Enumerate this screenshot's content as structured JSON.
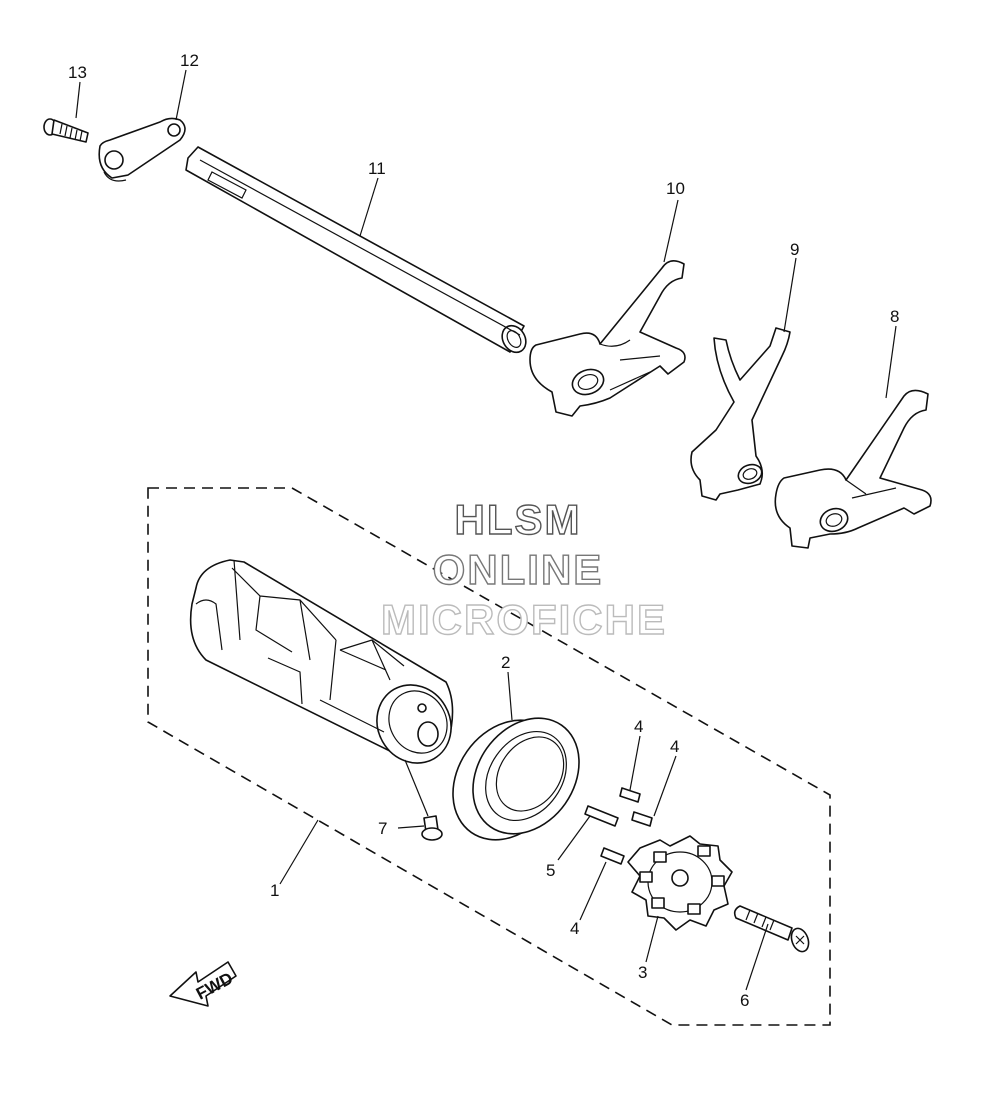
{
  "watermark": {
    "line1": "HLSM",
    "line2": "ONLINE",
    "line3": "MICROFICHE"
  },
  "direction_arrow": {
    "label": "FWD"
  },
  "callouts": [
    {
      "id": "13",
      "part": "screw"
    },
    {
      "id": "12",
      "part": "stopper plate"
    },
    {
      "id": "11",
      "part": "shift fork guide bar"
    },
    {
      "id": "10",
      "part": "shift fork"
    },
    {
      "id": "9",
      "part": "shift fork"
    },
    {
      "id": "8",
      "part": "shift fork"
    },
    {
      "id": "2",
      "part": "bearing"
    },
    {
      "id": "4",
      "part": "pin"
    },
    {
      "id": "4",
      "part": "pin"
    },
    {
      "id": "7",
      "part": "bolt"
    },
    {
      "id": "5",
      "part": "pin"
    },
    {
      "id": "1",
      "part": "shift cam"
    },
    {
      "id": "4",
      "part": "pin"
    },
    {
      "id": "3",
      "part": "segment"
    },
    {
      "id": "6",
      "part": "screw"
    }
  ],
  "colors": {
    "line": "#111111",
    "watermark_fill": "#ffffff",
    "watermark_stroke": "#555555",
    "watermark_faint": "#cccccc"
  }
}
